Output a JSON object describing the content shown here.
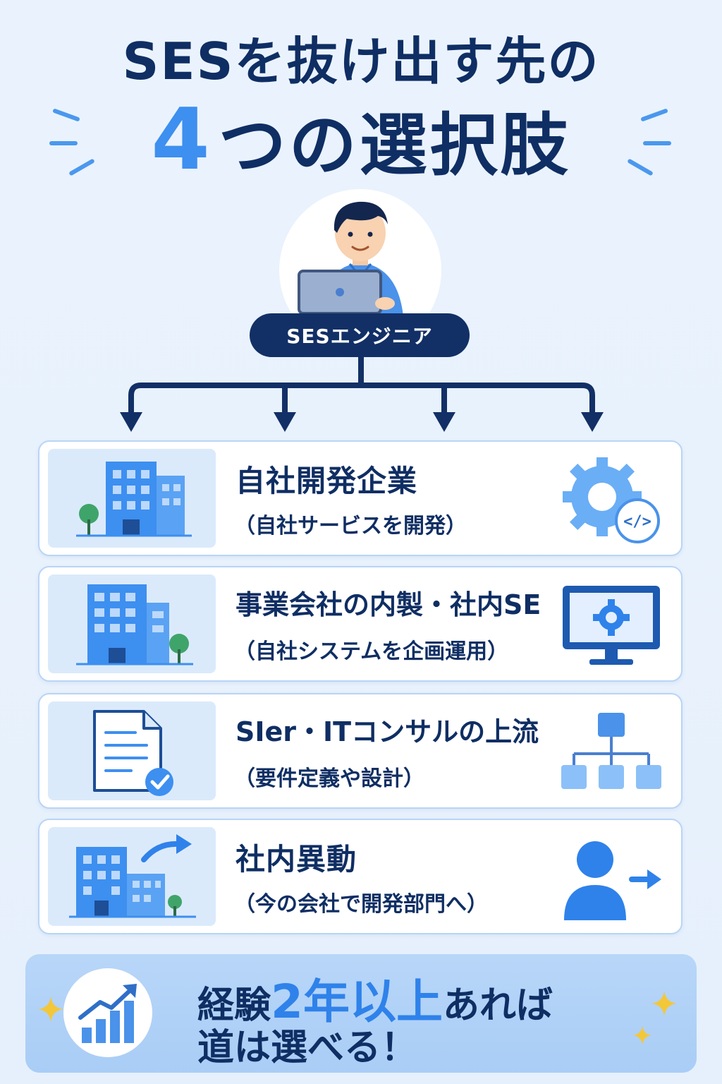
{
  "title": {
    "line1": "SESを抜け出す先の",
    "line2_number": "4",
    "line2_rest": "つの選択肢"
  },
  "center_label": "SESエンジニア",
  "options": [
    {
      "title": "自社開発企業",
      "subtitle": "（自社サービスを開発）",
      "icon": "gear-code-icon"
    },
    {
      "title": "事業会社の内製・社内SE",
      "subtitle": "（自社システムを企画運用）",
      "icon": "monitor-gear-icon"
    },
    {
      "title": "SIer・ITコンサルの上流",
      "subtitle": "（要件定義や設計）",
      "icon": "hierarchy-icon"
    },
    {
      "title": "社内異動",
      "subtitle": "（今の会社で開発部門へ）",
      "icon": "person-arrow-icon"
    }
  ],
  "banner": {
    "prefix": "経験",
    "highlight": "2年以上",
    "suffix": "あれば",
    "line2": "道は選べる！"
  },
  "colors": {
    "navy": "#0f2e63",
    "accent_blue": "#3d8ff0",
    "background": "#e8f1fc"
  }
}
